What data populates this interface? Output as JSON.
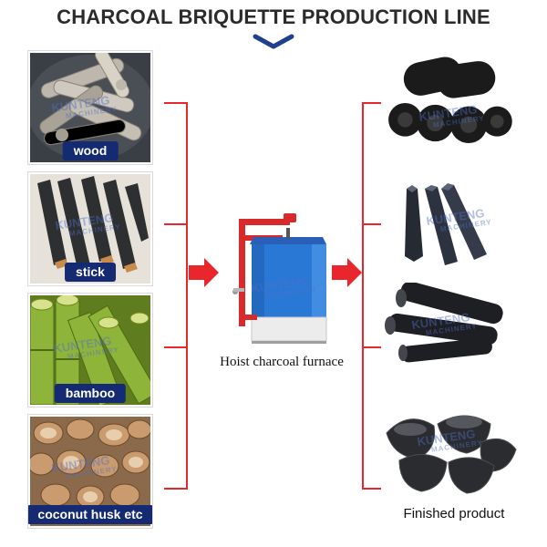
{
  "title": "CHARCOAL BRIQUETTE PRODUCTION LINE",
  "watermark": {
    "brand": "KUNTENG",
    "sub": "MACHINERY"
  },
  "inputs": [
    {
      "label": "wood"
    },
    {
      "label": "stick"
    },
    {
      "label": "bamboo"
    },
    {
      "label": "coconut husk etc"
    }
  ],
  "center": {
    "label": "Hoist charcoal furnace"
  },
  "outputs": [
    {
      "item": "round-briquettes"
    },
    {
      "item": "hexagonal-sticks"
    },
    {
      "item": "bamboo-charcoal"
    },
    {
      "item": "coconut-shell-charcoal"
    }
  ],
  "output_label": "Finished product",
  "colors": {
    "accent_red": "#e8262b",
    "label_navy": "#142a72",
    "chevron_blue": "#1f3f8f",
    "furnace_blue": "#2a78d6",
    "furnace_red": "#d82a2a"
  }
}
